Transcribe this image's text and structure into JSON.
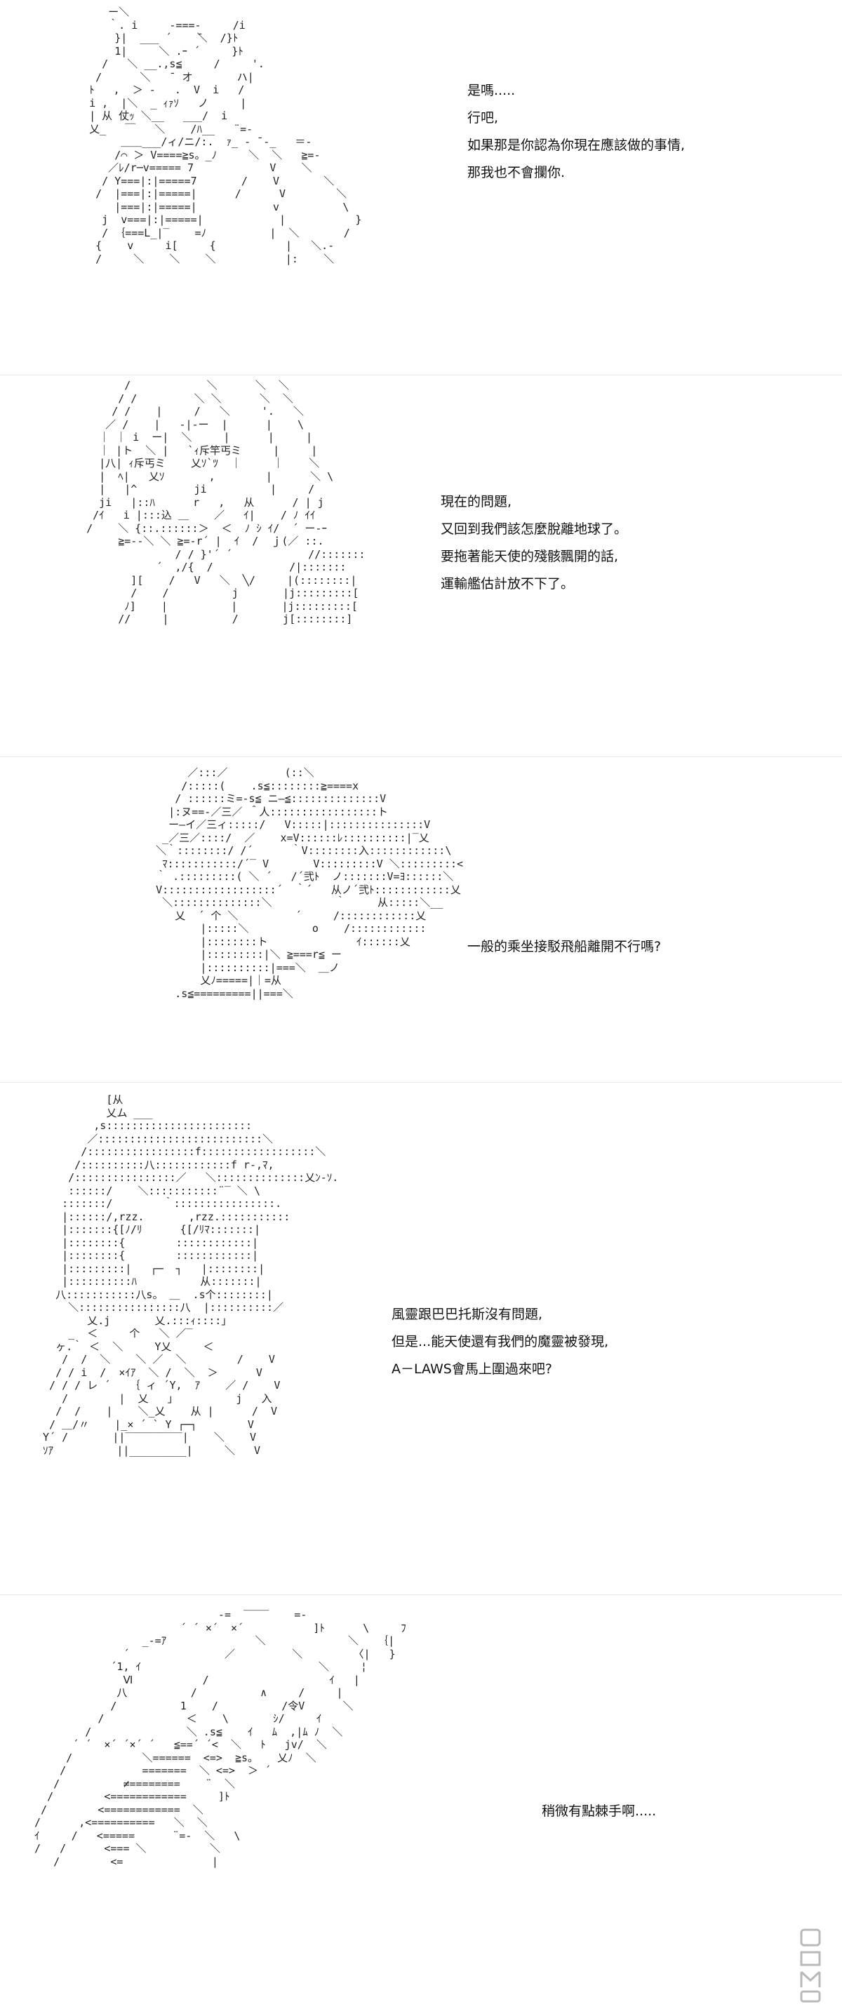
{
  "panels": [
    {
      "art": "      ー＼\n      ｀. i     -===-     /i\n       }|  ___ ´    ̄＼  /}ﾄ\n       1|     ＼ .ｰ ´     }ﾄ\n     /   ＼ __.,s≦     /     '.\n    /      ＼   ̄  オ       ハ|\n   ﾄ   ,  ＞ -   .  V  i   /\n   i ,  |＼  _ ｨｧｿ   ノ     |\n   | 从 仗ｯ ＼__   ___/  i\n   乂_   ￣   ＼    /ﾊ__   ¨=-\n        ＿＿___/ィ/ニ/:.  ｧ_ ‐ ̄ -_   ＝-\n       /⌒ ＞ V====≧s。_ﾉ     ＼  ＼   ≧=‐\n      ／ﾚ/r─v===== 7            V    ＼\n     / Y===|:|=====7       /    V       ＼\n    /  |===|:|=====|      /      V        ＼\n       |===|:|=====|            v          \\\n     j  v===|:|=====|            |           }\n     / ｛===L_|‾    =ﾉ          |  ＼       /\n    {    v     i[     {           |   ＼.-\n    /     ＼    ＼    ＼           |:    ＼",
      "lines": [
        "是嗎.....",
        "行吧,",
        "如果那是你認為你現在應該做的事情,",
        "那我也不會攔你."
      ]
    },
    {
      "art": "         /            ＼      ＼  ＼\n        / /         ＼ ＼      ＼  ＼\n       / /    |     /   ＼     '.   ＼\n      ／ /    |   -|‐ー  |      |    \\\n     ｜ ｜ i  ー|  ＼     |      |     |\n     ｜ |ト  ＼ |   `ｨ斥竿丐ミ     |     |\n     |八| ｨ斥丐ミ    乂ｿ`ﾂ  ｜     ｜    ＼\n     |  ﾍ|   乂ｿ       ,        |      ＼ \\\n     |   |^         ji          |     /\n     ji   |::ﾊ      r   ,   从      / | j\n    /ｲ   i |:::込 ＿    ／   ｲ|    / ﾉ ｲｲ\n   /    ＼ {::.::::::＞  ＜  ﾉ ｼ ｲ/  ´ ー-ｰ\n        ≧=-‐＼ ＼ ≧=-r´ |  ｲ  /  ｊ(／ ::.\n                 / / }'´ ´            //:::::::\n              ´  ,/{  /            /|:::::::\n          ][    /   V   ＼  ╲/     |(::::::::|\n          /    /          j       |j:::::::::[\n         ﾉ]    |          |       |j:::::::::[\n        //     |          /       j[::::::::]",
      "lines": [
        "現在的問題,",
        "又回到我們該怎麼脫離地球了。",
        "要拖著能天使的殘骸飄開的話,",
        "運輸艦估計放不下了。"
      ]
    },
    {
      "art": "         ／:::／         (::＼\n        /:::::(    .s≦::::::::≧====x\n       / ::::::ミ=-s≦ ニ―≦::::::::::::::V\n      |:ヌ==‐／三／ ＾人:::::::::::::::::ト\n      ー―イ／三ィ:::::/   V:::::|:::::::::::::::V\n     _／三／::::/  ／    x=V::::::ﾚ::::::::::|‾乂\n    ＼｀::::::::/ /´      ｀V::::::::入::::::::::::\\\n     ﾏ:::::::::::/´‾ V       V:::::::::V ＼:::::::::<\n    ｀ .:::::::::( ＼ ´   /´弐ﾄ  ノ:::::::V=ﾖ::::::＼\n    V::::::::::::::::::´  ｀´   从ノ´弐ﾄ::::::::::::乂\n     ＼::::::::::::::＼          ｀     从:::::＼__\n       乂  ´ 个 ＼         ´     /::::::::::::乂\n           |:::::＼          o    /::::::::::::\n           |::::::::ト              ｲ::::::乂\n           |:::::::::|＼ ≧===r≦ ー\n           |::::::::::|===＼  ＿ノ\n           乂ﾉ=====|｜=从\n       .s≦=========||===＼",
      "lines": [
        "一般的乘坐接駁飛船離開不行嗎?"
      ]
    },
    {
      "art": "           [从\n           乂ム ___\n         ,s:::::::::::::::::::::::\n        ／::::::::::::::::::::::::::＼\n       /:::::::::::::::::f::::::::::::::::::＼\n      /::::::::::八::::::::::::f r-,ﾏ,\n     /::::::::::::::::／   ＼::::::::::::::乂ﾝ-ｿ.\n     ::::::/    ＼:::::::::::¨‾ ＼ \\\n    :::::::/        ｀::::::::::::::::.\n    |::::::/,rzz.       ,rzz.:::::::::::\n    |:::::::{[ﾉ/ﾘ      {[/ﾘﾏ:::::::|\n    |::::::::{        ::::::::::::|\n    |::::::::{        ::::::::::::|\n    |:::::::::|   ┌─  ┐   |::::::::|\n    |::::::::::ﾊ          从:::::::|\n   八:::::::::::八s。 ＿  .s个::::::::|\n     ＼::::::::::::::::八  |::::::::::／\n        乂.j       乂.:::ｨ::::｣\n     _  ＜     个   ＼ ／‾\n   ヶ.｀ ＜  ＼     Y乂     ＜\n    /  /  ＼    ＼ ／  ＼        /    V\n   / / i  /  ×ｲｱ  ＼ /  ＼  ＞      V\n  / / / レ ´   ｛ ィ ´Y,  ｱ    ／ /    V\n    /        |  乂   ｣          j   入\n   /  /    |    ＼_乂    从 |      /  V\n  / ＿/〃    |_× ´ ` Y ┌─┐        V\n Y´ /       ||‾‾‾‾‾‾‾‾‾|    ＼    V\n ｿｱ          ||_________|     ＼   V",
      "lines": [
        "風靈跟巴巴托斯沒有問題,",
        "但是...能天使還有我們的魔靈被發現,",
        "A－LAWS會馬上圍過來吧?"
      ]
    },
    {
      "art": "                              -=  ‾‾‾‾    =-\n                        ´ ´ ×´  ×´           ]ﾄ      \\     ﾌ\n                  _-=ｱ              ＼             ＼   ｛|\n               ´               ／         ＼        〈|   }\n             ´1, ｲ                            ＼     ¦\n               Ⅵ           /                   ｲ   |\n              八          /          ∧     /     |\n             /          1    /          /令V      ＼\n           /             ＜    \\       ｼ/     ｲ\n         /               ＼ .s≦    ｲ   ﾑ  ,|ﾑ ﾉ  ＼\n       ´ ´  ×´ ´×´ ´   ≦==´ ´<  ＼   ﾄ   jv/  ＼\n      /           ＼======  <=>  ≧s。   乂ﾉ  ＼\n     /            =======  ＼ <=>  ＞ ´\n    /          ≠========    ¨  ＼\n   /        <============     ]ﾄ\n  /        <============  ＼\n /      ,<==========   ＼  ＼\n ｲ     /   <=====      ¨=-  ＼   \\\n /   /      <=== ＼          ＼\n    /        <=              |",
      "lines": [
        "稍微有點棘手啊....."
      ]
    }
  ]
}
